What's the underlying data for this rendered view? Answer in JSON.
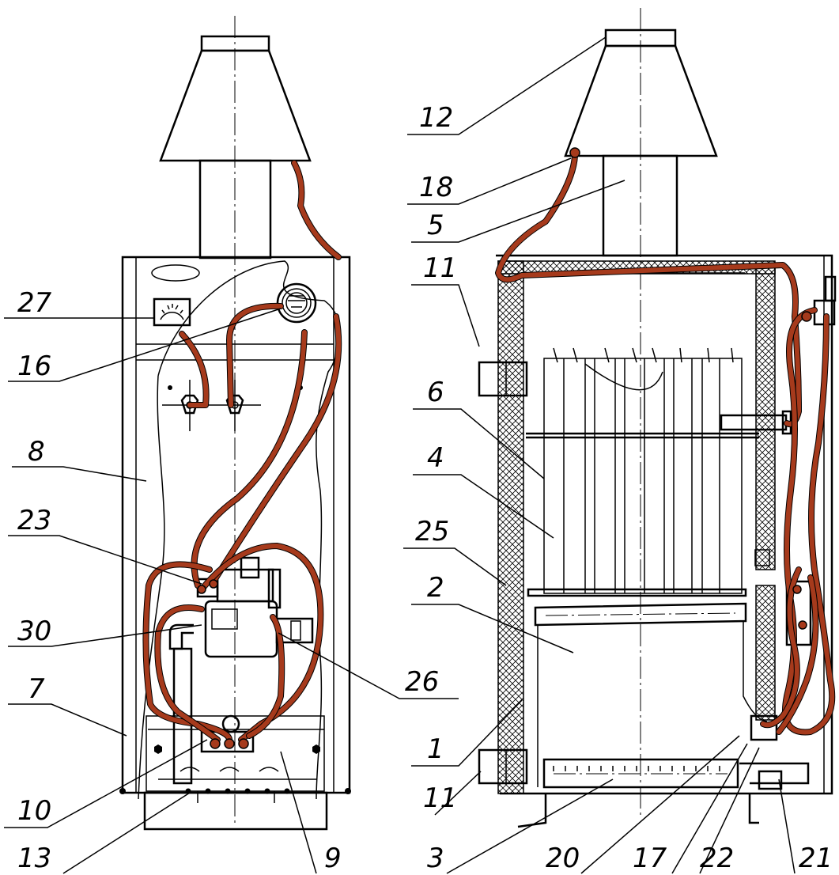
{
  "colors": {
    "wire": "#a63a1c",
    "line": "#000000",
    "background": "#ffffff"
  },
  "left_view": {
    "labels": {
      "l27": "27",
      "l16": "16",
      "l8": "8",
      "l23": "23",
      "l30": "30",
      "l7": "7",
      "l10": "10",
      "l13": "13",
      "l9": "9",
      "l26": "26"
    }
  },
  "right_view": {
    "labels": {
      "l12": "12",
      "l18": "18",
      "l5": "5",
      "l11a": "11",
      "l6": "6",
      "l4": "4",
      "l25": "25",
      "l2": "2",
      "l1": "1",
      "l11b": "11",
      "l3": "3",
      "l20": "20",
      "l17": "17",
      "l22": "22",
      "l21": "21"
    }
  }
}
